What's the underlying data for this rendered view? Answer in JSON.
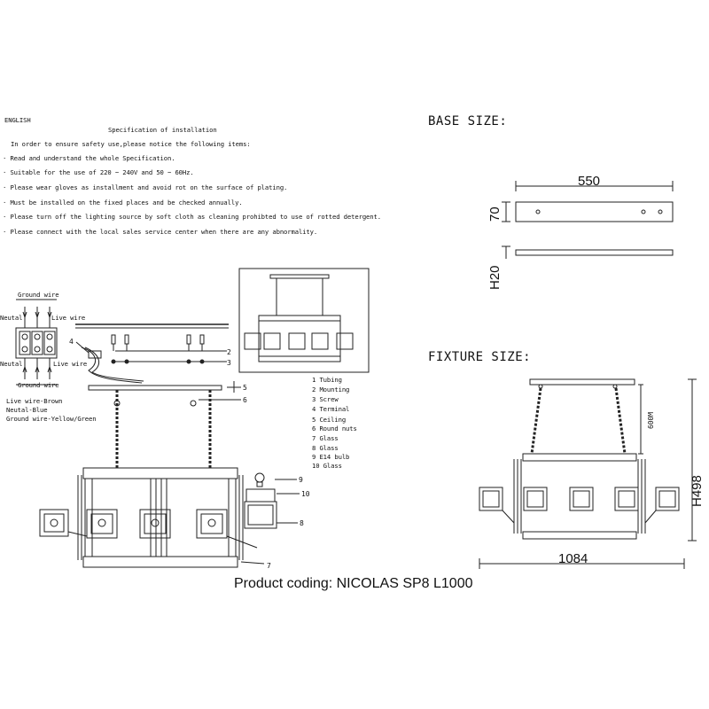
{
  "spec": {
    "lang": "ENGLISH",
    "title": "Specification of installation",
    "intro": "In order to ensure safety use,please notice the following items:",
    "items": [
      "·  Read and understand the whole Specification.",
      "·  Suitable for the use of 220 ~ 240V and 50 ~ 60Hz.",
      "·  Please wear gloves as installment and avoid rot on the surface of plating.",
      "·  Must be installed on the fixed places and be checked annually.",
      "·  Please turn off the lighting source by soft cloth as cleaning prohibted to use of rotted detergent.",
      "·  Please connect with the local sales service center when there are any abnormality."
    ]
  },
  "wiring": {
    "ground_top": "Ground wire",
    "neutal_top": "Neutal",
    "live_top": "Live wire",
    "neutal_bottom": "Neutal",
    "live_bottom": "Live wire",
    "ground_bottom": "Ground wire",
    "legend": [
      "Live wire-Brown",
      "Neutal-Blue",
      "Ground wire-Yellow/Green"
    ]
  },
  "callouts": {
    "n2": "2",
    "n3": "3",
    "n4": "4",
    "n5": "5",
    "n6": "6",
    "n7": "7",
    "n8": "8",
    "n9": "9",
    "n10": "10"
  },
  "parts": [
    "1 Tubing",
    "2 Mounting",
    "3 Screw",
    "4 Terminal",
    "5 Ceiling",
    "6 Round nuts",
    "7 Glass",
    "8 Glass",
    "9 E14 bulb",
    "10 Glass"
  ],
  "base": {
    "heading": "BASE SIZE:",
    "width": "550",
    "depth": "70",
    "height": "H20"
  },
  "fixture": {
    "heading": "FIXTURE SIZE:",
    "chain": "600M",
    "height": "H498",
    "width": "1084"
  },
  "product_coding": "Product coding: NICOLAS SP8 L1000"
}
